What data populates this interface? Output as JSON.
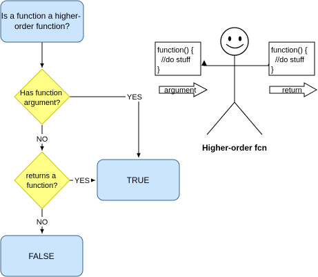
{
  "flowchart": {
    "start": [
      "Is a function a higher-",
      "order function?"
    ],
    "decision1": [
      "Has function",
      "argument?"
    ],
    "decision2": [
      "returns a",
      "function?"
    ],
    "true_label": "TRUE",
    "false_label": "FALSE",
    "yes1": "YES",
    "no1": "NO",
    "yes2": "YES",
    "no2": "NO"
  },
  "illustration": {
    "left_code": [
      "function() {",
      "//do stuff",
      "}"
    ],
    "right_code": [
      "function() {",
      "//do stuff",
      "}"
    ],
    "argument_label": "argument",
    "return_label": "return",
    "caption": "Higher-order fcn"
  },
  "colors": {
    "blue_fill": "#cce5ff",
    "blue_stroke": "#36648b",
    "yellow_fill": "#ffff88",
    "yellow_stroke": "#c8c800"
  }
}
